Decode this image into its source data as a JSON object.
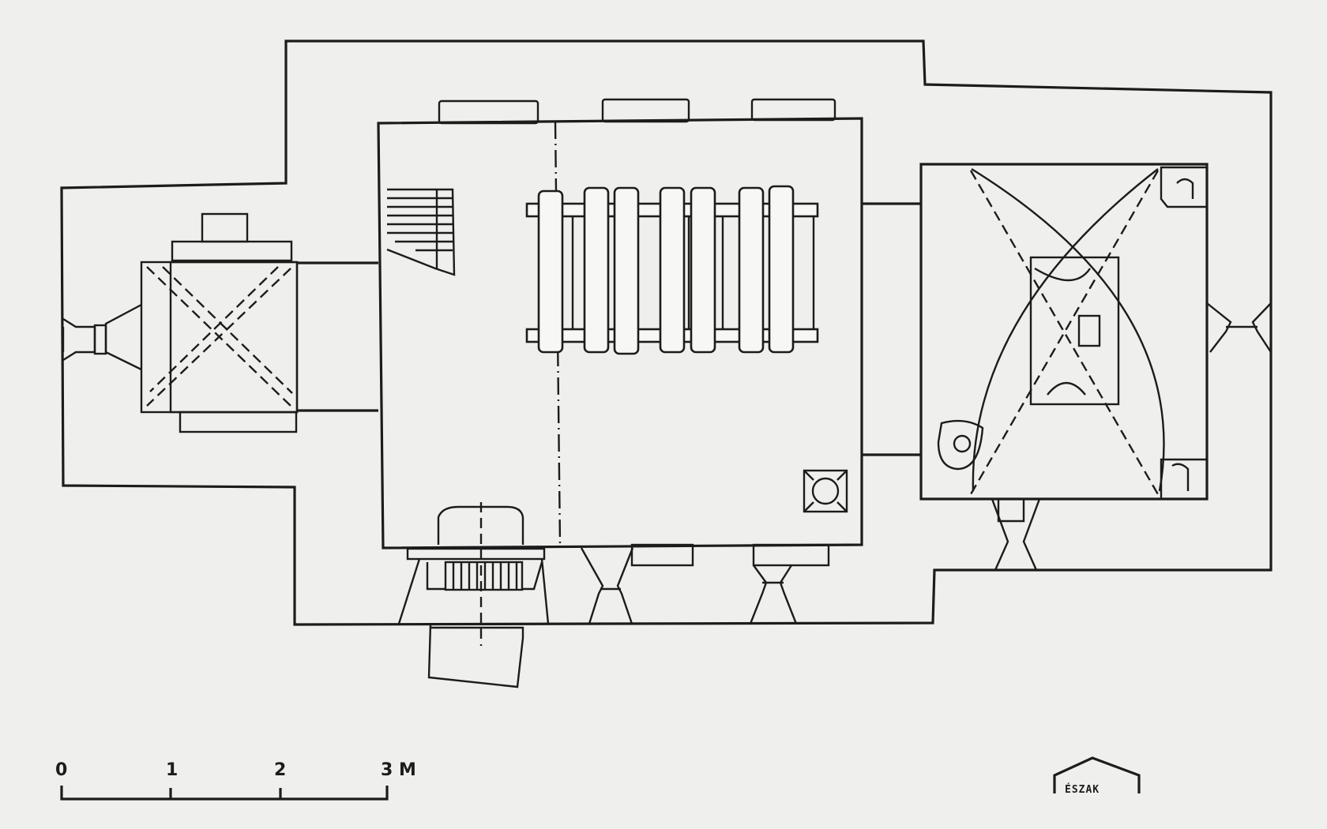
{
  "scale_bar": {
    "ticks": [
      "0",
      "1",
      "2",
      "3"
    ],
    "unit": "M"
  },
  "north_arrow": {
    "label": "ÉSZAK"
  }
}
